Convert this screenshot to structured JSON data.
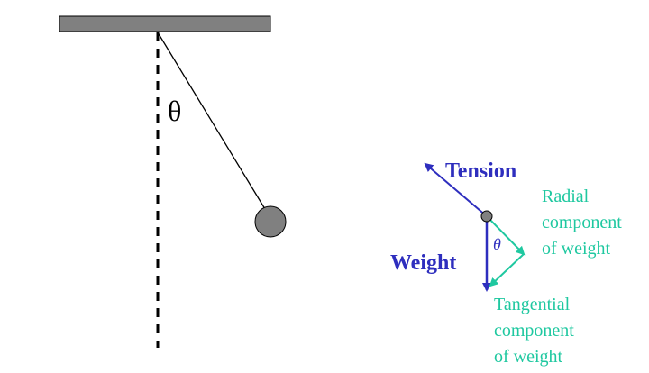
{
  "diagram": {
    "angle_symbol": "θ",
    "angle_symbol_italic": "θ",
    "labels": {
      "tension": "Tension",
      "weight": "Weight",
      "radial": [
        "Radial",
        "component",
        "of weight"
      ],
      "tangential": [
        "Tangential",
        "component",
        "of weight"
      ]
    },
    "colors": {
      "force_blue": "#2e2ebe",
      "component_teal": "#1fc8a0",
      "ceiling_gray": "#808080",
      "bob_gray": "#808080",
      "outline": "#000000"
    }
  }
}
